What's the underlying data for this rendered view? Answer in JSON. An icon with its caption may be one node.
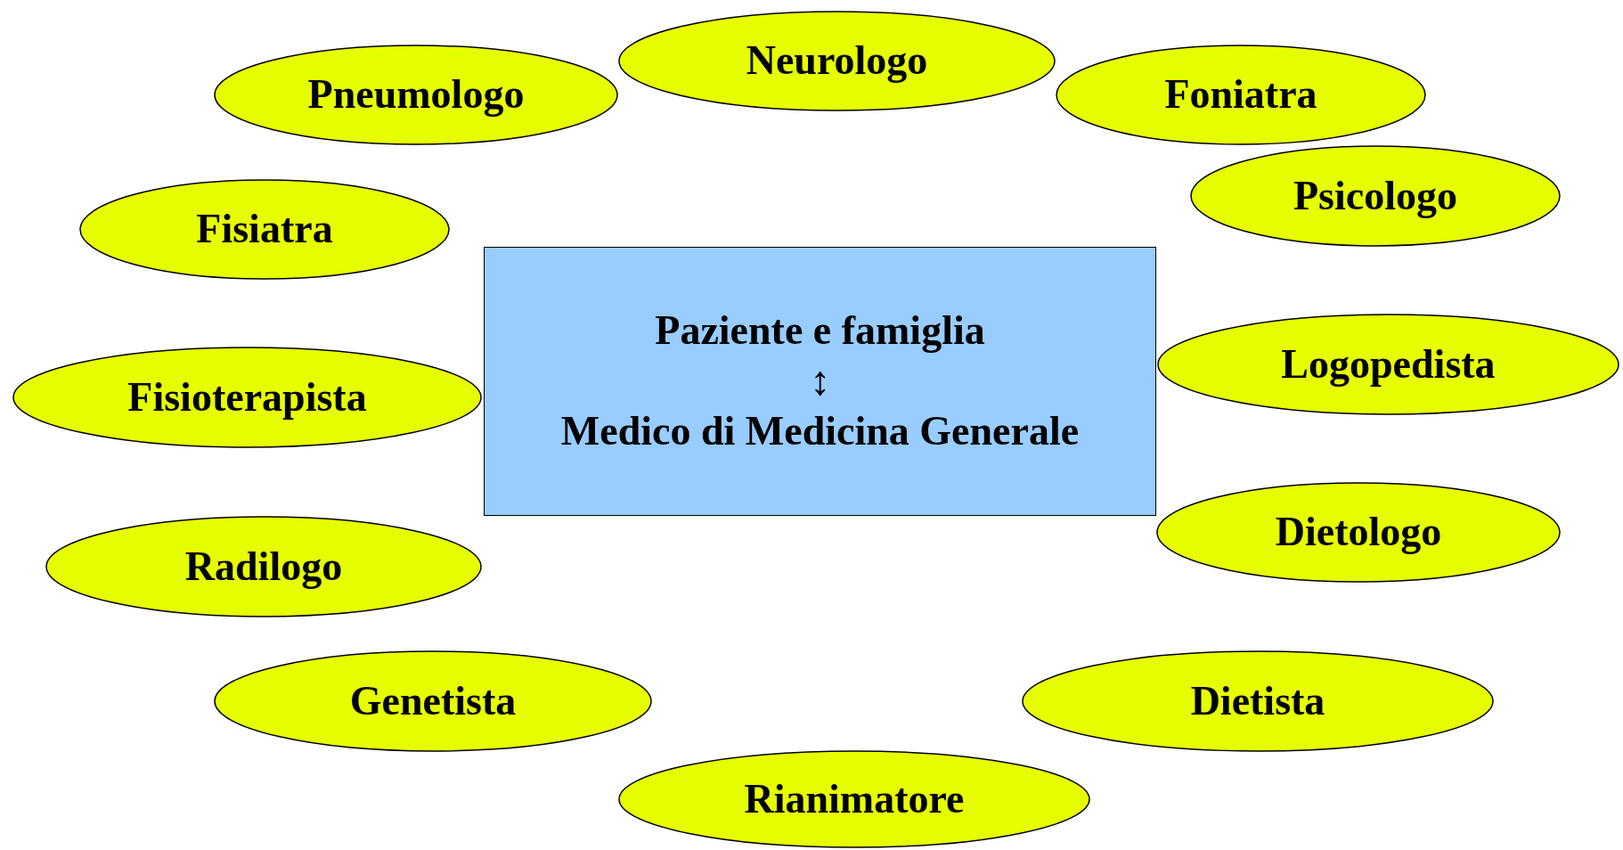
{
  "diagram": {
    "nodes": [
      {
        "text": [
          "Neurologo"
        ]
      },
      {
        "text": [
          "Pneumologo"
        ]
      },
      {
        "text": [
          "Foniatra"
        ]
      },
      {
        "text": [
          "Psicologo"
        ]
      },
      {
        "text": [
          "Fisiatra"
        ]
      },
      {
        "text": [
          "Paziente e famiglia",
          "↕",
          "Medico di Medicina Generale"
        ]
      },
      {
        "text": [
          "Fisioterapista"
        ]
      },
      {
        "text": [
          "Logopedista"
        ]
      },
      {
        "text": [
          "Radilogo"
        ]
      },
      {
        "text": [
          "Dietologo"
        ]
      },
      {
        "text": [
          "Genetista"
        ]
      },
      {
        "text": [
          "Dietista"
        ]
      },
      {
        "text": [
          "Rianimatore"
        ]
      }
    ]
  }
}
